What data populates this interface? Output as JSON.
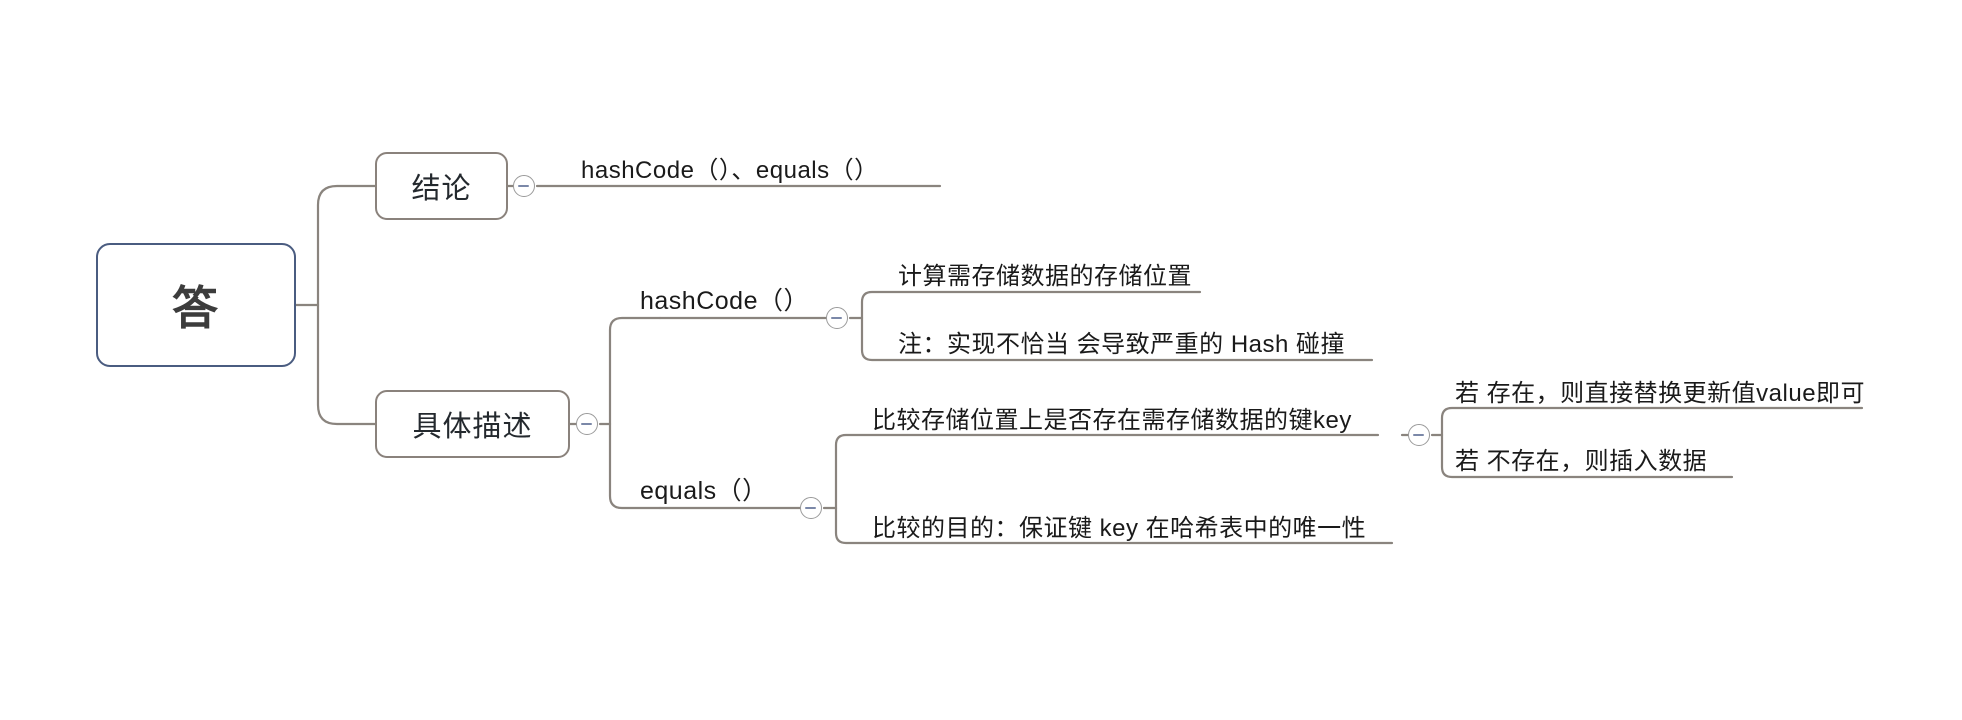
{
  "app": {
    "type": "mindmap",
    "background": "#ffffff",
    "root_border_color": "#4a5c80",
    "branch_border_color": "#8a827c",
    "link_color": "#8a847e",
    "text_color": "#1a1a1a"
  },
  "mindmap": {
    "root": {
      "label": "答"
    },
    "toggle_icon": "collapse-minus-icon",
    "nodes": {
      "conclusion": {
        "label": "结论"
      },
      "conclusion_child": {
        "label": "hashCode（）、equals（）"
      },
      "detail": {
        "label": "具体描述"
      },
      "hashcode": {
        "label": "hashCode（）"
      },
      "hashcode_child_1": {
        "label": "计算需存储数据的存储位置"
      },
      "hashcode_child_2": {
        "label": "注：实现不恰当 会导致严重的 Hash 碰撞"
      },
      "equals": {
        "label": "equals（）"
      },
      "equals_child_1": {
        "label": "比较存储位置上是否存在需存储数据的键key"
      },
      "equals_child_1_1": {
        "label": "若 存在，则直接替换更新值value即可"
      },
      "equals_child_1_2": {
        "label": "若 不存在，则插入数据"
      },
      "equals_child_2": {
        "label": "比较的目的：保证键 key 在哈希表中的唯一性"
      }
    }
  }
}
